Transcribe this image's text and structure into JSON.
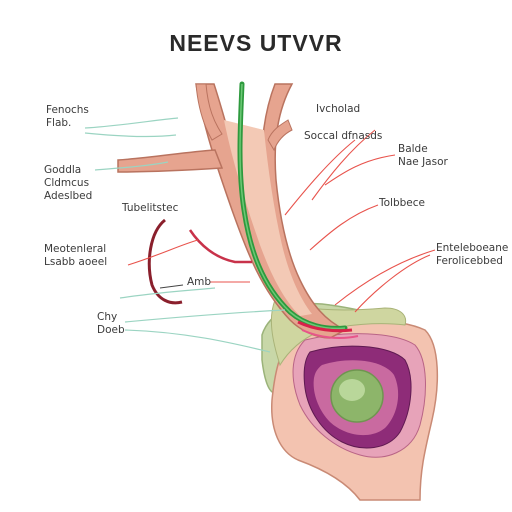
{
  "title": "NEEVS UTVVR",
  "labels": [
    {
      "lines": [
        "Fenochs",
        "Flab."
      ]
    },
    {
      "lines": [
        "Goddla",
        "Cldmcus",
        "Adeslbed"
      ]
    },
    {
      "lines": [
        "Tubelitstec"
      ]
    },
    {
      "lines": [
        "Meotenleral",
        "Lsabb aoeel"
      ]
    },
    {
      "lines": [
        "Amb"
      ]
    },
    {
      "lines": [
        "Chy",
        "Doeb"
      ]
    },
    {
      "lines": [
        "Ivcholad"
      ]
    },
    {
      "lines": [
        "Soccal dfnasds"
      ]
    },
    {
      "lines": [
        "Balde",
        "Nae Jasor"
      ]
    },
    {
      "lines": [
        "Tolbbece"
      ]
    },
    {
      "lines": [
        "Enteleboeane",
        "Ferolicebbed"
      ]
    }
  ],
  "colors": {
    "tube_outer": "#e6a48f",
    "tube_inner": "#f3c9b5",
    "nerve_green": "#2e9a3e",
    "organ_purple": "#8e2c78",
    "organ_pink": "#e89bb6",
    "core_green": "#8db56a",
    "leader_red": "#e8534c",
    "leader_teal": "#9bd4c2",
    "vessel_dark": "#8a1f2c"
  }
}
